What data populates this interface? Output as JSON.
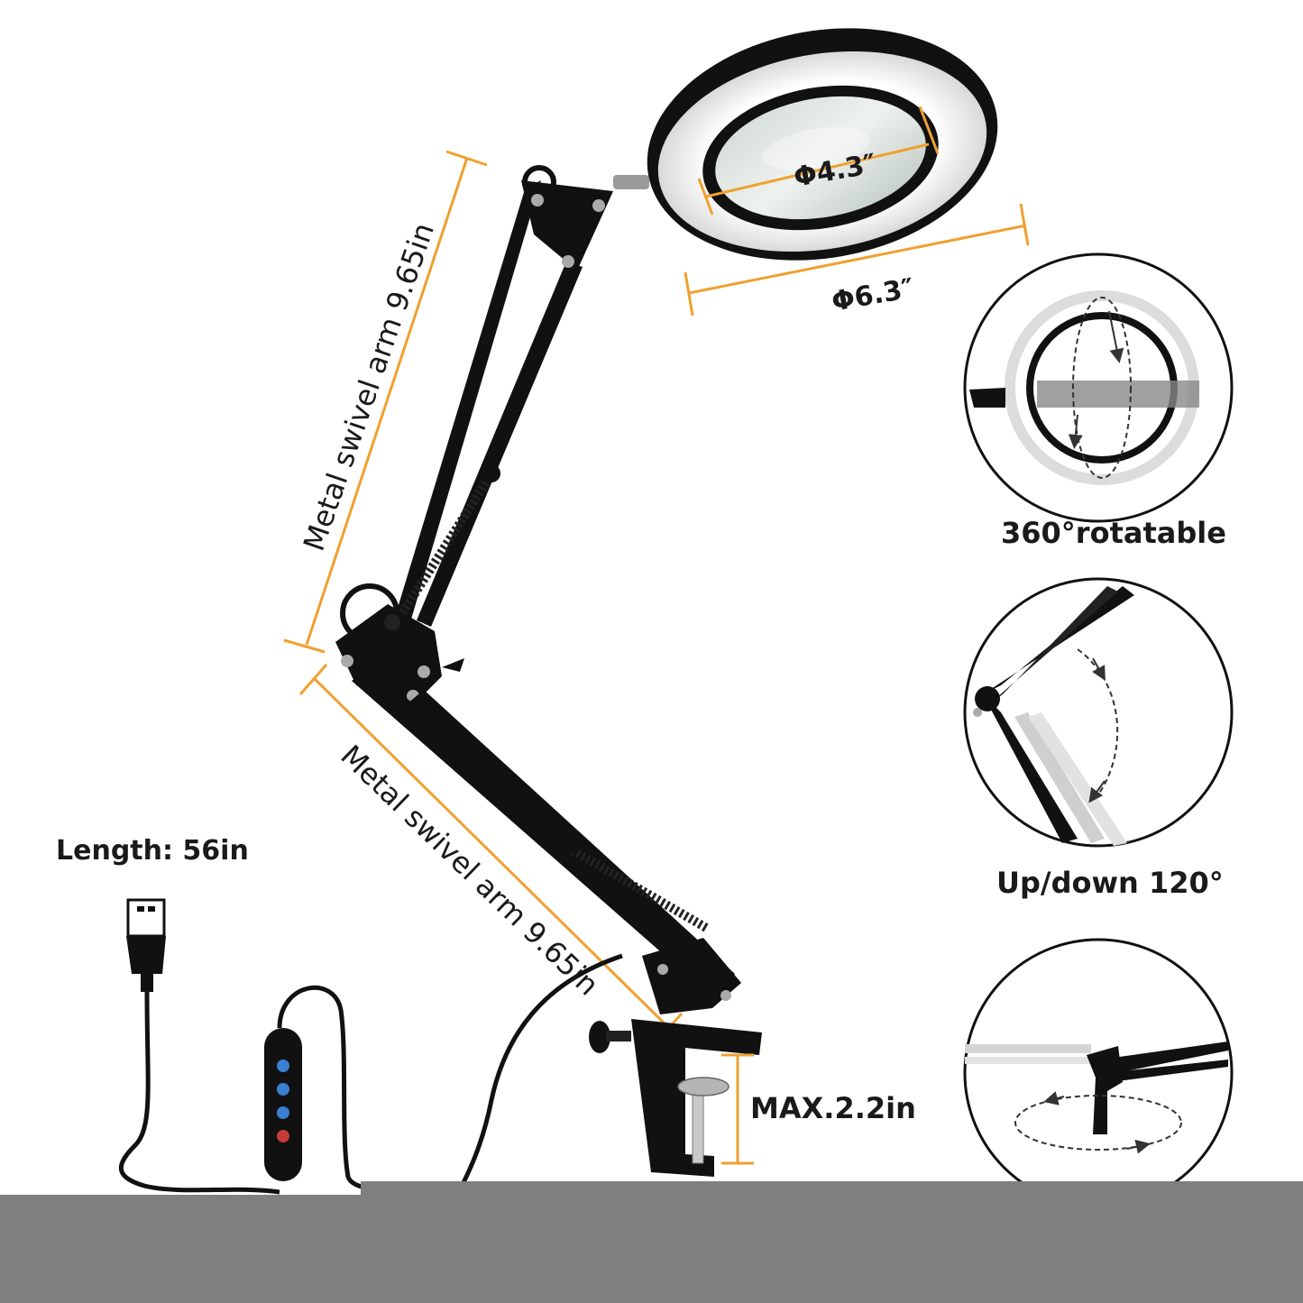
{
  "product": {
    "labels": {
      "inner_diameter": "Φ4.3″",
      "outer_diameter": "Φ6.3″",
      "upper_arm": "Metal swivel arm 9.65in",
      "lower_arm": "Metal swivel arm 9.65in",
      "cable_length": "Length: 56in",
      "clamp_max": "MAX.2.2in"
    },
    "features": [
      {
        "icon": "rotate-360-icon",
        "label": "360°rotatable"
      },
      {
        "icon": "tilt-arm-icon",
        "label": "Up/down 120°"
      },
      {
        "icon": "swivel-base-icon",
        "label": ""
      }
    ]
  },
  "colors": {
    "dimension_line": "#f0a030",
    "lamp_body": "#111111",
    "footer_band": "#7f7f7f"
  }
}
